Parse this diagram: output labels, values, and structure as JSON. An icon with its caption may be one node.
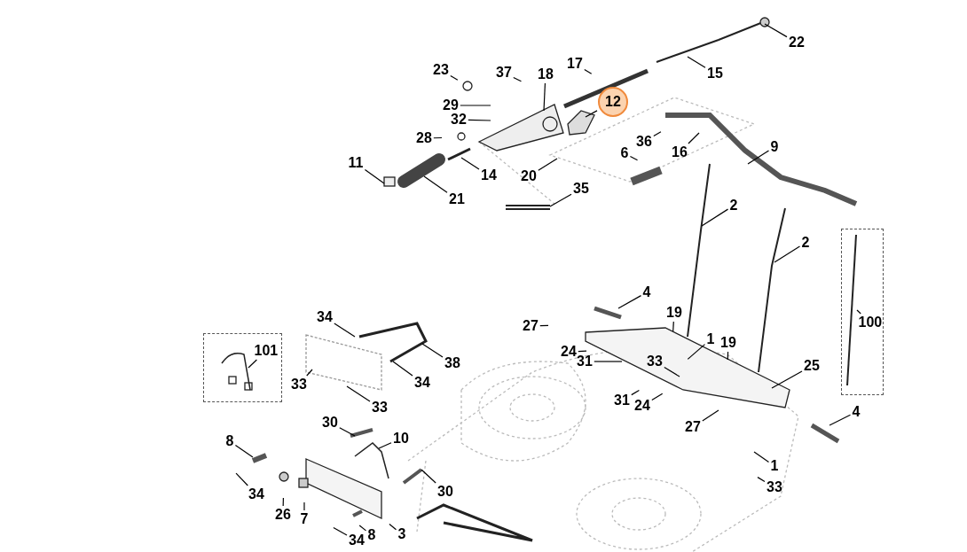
{
  "diagram": {
    "nodes": [
      {
        "text": [
          "22"
        ]
      },
      {
        "text": [
          "17"
        ]
      },
      {
        "text": [
          "15"
        ]
      },
      {
        "text": [
          "23"
        ]
      },
      {
        "text": [
          "37"
        ]
      },
      {
        "text": [
          "18"
        ]
      },
      {
        "text": [
          "29"
        ]
      },
      {
        "text": [
          "32"
        ]
      },
      {
        "text": [
          "12"
        ]
      },
      {
        "text": [
          "28"
        ]
      },
      {
        "text": [
          "36"
        ]
      },
      {
        "text": [
          "16"
        ]
      },
      {
        "text": [
          "9"
        ]
      },
      {
        "text": [
          "6"
        ]
      },
      {
        "text": [
          "11"
        ]
      },
      {
        "text": [
          "14"
        ]
      },
      {
        "text": [
          "20"
        ]
      },
      {
        "text": [
          "21"
        ]
      },
      {
        "text": [
          "35"
        ]
      },
      {
        "text": [
          "2"
        ]
      },
      {
        "text": [],
        "shape": "box"
      },
      {
        "text": [
          "100"
        ],
        "in": 20
      },
      {
        "text": [
          "2"
        ]
      },
      {
        "text": [
          "4"
        ]
      },
      {
        "text": [
          "19"
        ]
      },
      {
        "text": [
          "34"
        ]
      },
      {
        "text": [
          "27"
        ]
      },
      {
        "text": [],
        "shape": "box"
      },
      {
        "text": [
          "101"
        ],
        "in": 27
      },
      {
        "text": [
          "1"
        ]
      },
      {
        "text": [
          "19"
        ]
      },
      {
        "text": [
          "24"
        ]
      },
      {
        "text": [
          "31"
        ]
      },
      {
        "text": [
          "33"
        ]
      },
      {
        "text": [
          "38"
        ]
      },
      {
        "text": [
          "25"
        ]
      },
      {
        "text": [
          "33"
        ]
      },
      {
        "text": [
          "34"
        ]
      },
      {
        "text": [
          "31"
        ]
      },
      {
        "text": [
          "24"
        ]
      },
      {
        "text": [
          "33"
        ]
      },
      {
        "text": [
          "4"
        ]
      },
      {
        "text": [
          "30"
        ]
      },
      {
        "text": [
          "27"
        ]
      },
      {
        "text": [
          "10"
        ]
      },
      {
        "text": [
          "8"
        ]
      },
      {
        "text": [
          "1"
        ]
      },
      {
        "text": [
          "33"
        ]
      },
      {
        "text": [
          "34"
        ]
      },
      {
        "text": [
          "30"
        ]
      },
      {
        "text": [
          "26"
        ]
      },
      {
        "text": [
          "7"
        ]
      },
      {
        "text": [
          "8"
        ]
      },
      {
        "text": [
          "3"
        ]
      },
      {
        "text": [
          "34"
        ]
      }
    ],
    "edges": [
      {
        "from": 0,
        "to": null,
        "arrow": "none"
      },
      {
        "from": 1,
        "to": null,
        "arrow": "none"
      },
      {
        "from": 2,
        "to": null,
        "arrow": "none"
      },
      {
        "from": 3,
        "to": null,
        "arrow": "none"
      },
      {
        "from": 4,
        "to": null,
        "arrow": "none"
      },
      {
        "from": 5,
        "to": null,
        "arrow": "none"
      },
      {
        "from": 6,
        "to": null,
        "arrow": "none"
      },
      {
        "from": 7,
        "to": null,
        "arrow": "none"
      },
      {
        "from": 8,
        "to": null,
        "arrow": "none"
      },
      {
        "from": 9,
        "to": null,
        "arrow": "none"
      },
      {
        "from": 10,
        "to": null,
        "arrow": "none"
      },
      {
        "from": 11,
        "to": null,
        "arrow": "none"
      },
      {
        "from": 12,
        "to": null,
        "arrow": "none"
      },
      {
        "from": 13,
        "to": null,
        "arrow": "none"
      },
      {
        "from": 14,
        "to": null,
        "arrow": "none"
      },
      {
        "from": 15,
        "to": null,
        "arrow": "none"
      },
      {
        "from": 16,
        "to": null,
        "arrow": "none"
      },
      {
        "from": 17,
        "to": null,
        "arrow": "none"
      },
      {
        "from": 18,
        "to": null,
        "arrow": "none"
      },
      {
        "from": 19,
        "to": null,
        "arrow": "none"
      },
      {
        "from": 21,
        "to": null,
        "arrow": "none"
      },
      {
        "from": 22,
        "to": null,
        "arrow": "none"
      },
      {
        "from": 23,
        "to": null,
        "arrow": "none"
      },
      {
        "from": 24,
        "to": null,
        "arrow": "none"
      },
      {
        "from": 25,
        "to": null,
        "arrow": "none"
      },
      {
        "from": 26,
        "to": null,
        "arrow": "none"
      },
      {
        "from": 28,
        "to": null,
        "arrow": "none"
      },
      {
        "from": 29,
        "to": null,
        "arrow": "none"
      },
      {
        "from": 30,
        "to": null,
        "arrow": "none"
      },
      {
        "from": 31,
        "to": null,
        "arrow": "none"
      },
      {
        "from": 32,
        "to": null,
        "arrow": "none"
      },
      {
        "from": 33,
        "to": null,
        "arrow": "none"
      },
      {
        "from": 34,
        "to": null,
        "arrow": "none"
      },
      {
        "from": 35,
        "to": null,
        "arrow": "none"
      },
      {
        "from": 36,
        "to": null,
        "arrow": "none"
      },
      {
        "from": 37,
        "to": null,
        "arrow": "none"
      },
      {
        "from": 38,
        "to": null,
        "arrow": "none"
      },
      {
        "from": 39,
        "to": null,
        "arrow": "none"
      },
      {
        "from": 40,
        "to": null,
        "arrow": "none"
      },
      {
        "from": 41,
        "to": null,
        "arrow": "none"
      },
      {
        "from": 42,
        "to": null,
        "arrow": "none"
      },
      {
        "from": 43,
        "to": null,
        "arrow": "none"
      },
      {
        "from": 44,
        "to": null,
        "arrow": "none"
      },
      {
        "from": 45,
        "to": null,
        "arrow": "none"
      },
      {
        "from": 46,
        "to": null,
        "arrow": "none"
      },
      {
        "from": 47,
        "to": null,
        "arrow": "none"
      },
      {
        "from": 48,
        "to": null,
        "arrow": "none"
      },
      {
        "from": 49,
        "to": null,
        "arrow": "none"
      },
      {
        "from": 50,
        "to": null,
        "arrow": "none"
      },
      {
        "from": 51,
        "to": null,
        "arrow": "none"
      },
      {
        "from": 52,
        "to": null,
        "arrow": "none"
      },
      {
        "from": 53,
        "to": null,
        "arrow": "none"
      },
      {
        "from": 54,
        "to": null,
        "arrow": "none"
      }
    ]
  }
}
